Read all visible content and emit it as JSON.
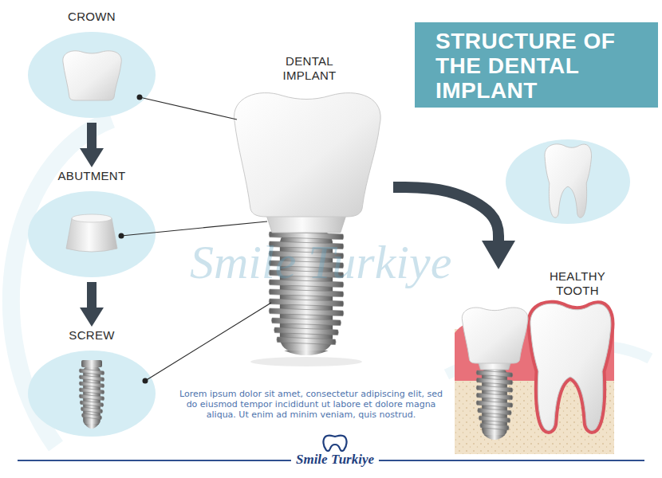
{
  "diagram": {
    "title": "STRUCTURE OF THE DENTAL IMPLANT",
    "nodes": [
      {
        "text": [
          "CROWN"
        ]
      },
      {
        "text": [
          "ABUTMENT"
        ]
      },
      {
        "text": [
          "SCREW"
        ]
      },
      {
        "text": [
          "DENTAL IMPLANT"
        ]
      },
      {
        "text": [
          "HEALTHY TOOTH"
        ]
      }
    ],
    "edges": [
      {
        "from": 0,
        "to": 1,
        "arrow": "to"
      },
      {
        "from": 1,
        "to": 2,
        "arrow": "to"
      },
      {
        "from": 0,
        "to": 3,
        "arrow": "none"
      },
      {
        "from": 1,
        "to": 3,
        "arrow": "none"
      },
      {
        "from": 2,
        "to": 3,
        "arrow": "none"
      },
      {
        "from": 3,
        "to": 4,
        "arrow": "to"
      }
    ],
    "labels": [
      "Lorem ipsum dolor sit amet, consectetur adipiscing elit, sed do eiusmod tempor incididunt ut labore et dolore magna aliqua. Ut enim ad minim veniam, quis nostrud.",
      "Smile Turkiye",
      "Smile Turkiye"
    ]
  }
}
